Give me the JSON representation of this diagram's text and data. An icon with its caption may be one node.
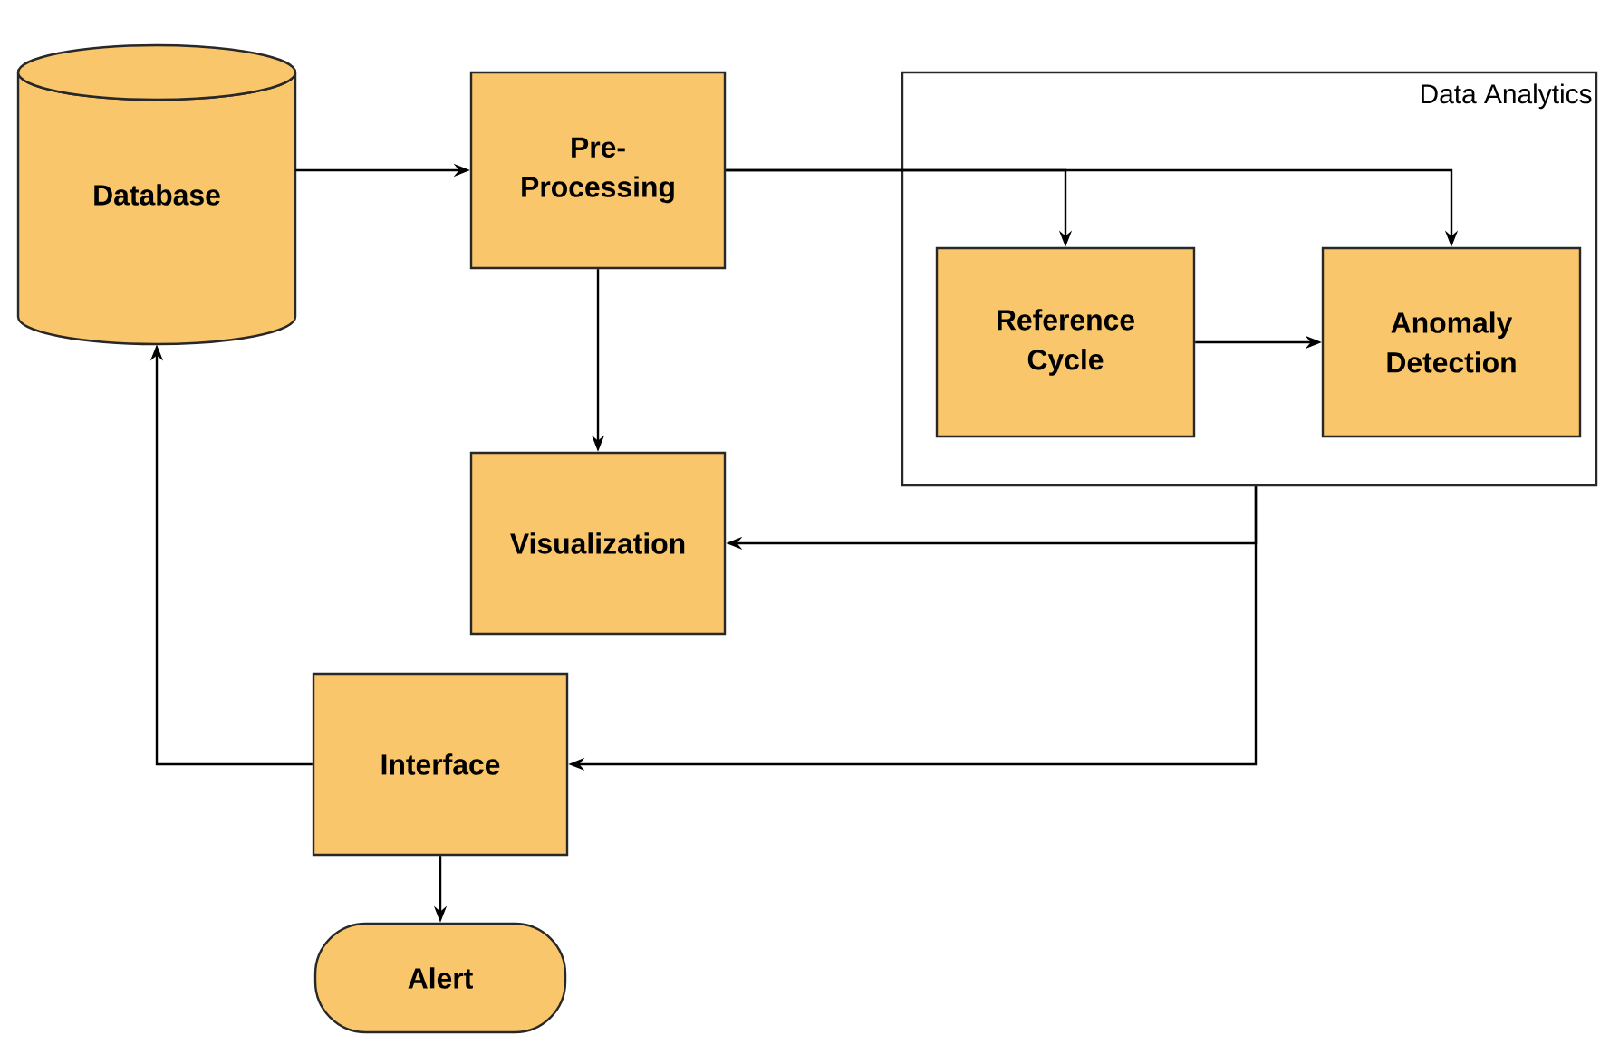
{
  "diagram": {
    "nodes": [
      {
        "text": [
          "Database"
        ]
      },
      {
        "text": [
          "Pre-Processing"
        ]
      },
      {
        "text": [
          "Data Analytics"
        ]
      },
      {
        "text": [
          "Reference Cycle"
        ],
        "in": 2
      },
      {
        "text": [
          "Anomaly Detection"
        ],
        "in": 2
      },
      {
        "text": [
          "Visualization"
        ]
      },
      {
        "text": [
          "Interface"
        ]
      },
      {
        "text": [
          "Alert"
        ]
      }
    ],
    "edges": [
      {
        "from": 0,
        "to": 1,
        "arrow": "to"
      },
      {
        "from": 1,
        "to": 3,
        "arrow": "to"
      },
      {
        "from": 1,
        "to": 4,
        "arrow": "to"
      },
      {
        "from": 3,
        "to": 4,
        "arrow": "to"
      },
      {
        "from": 1,
        "to": 5,
        "arrow": "to"
      },
      {
        "from": 2,
        "to": 5,
        "arrow": "to"
      },
      {
        "from": 2,
        "to": 6,
        "arrow": "to"
      },
      {
        "from": 6,
        "to": 0,
        "arrow": "to"
      },
      {
        "from": 6,
        "to": 7,
        "arrow": "to"
      }
    ]
  }
}
